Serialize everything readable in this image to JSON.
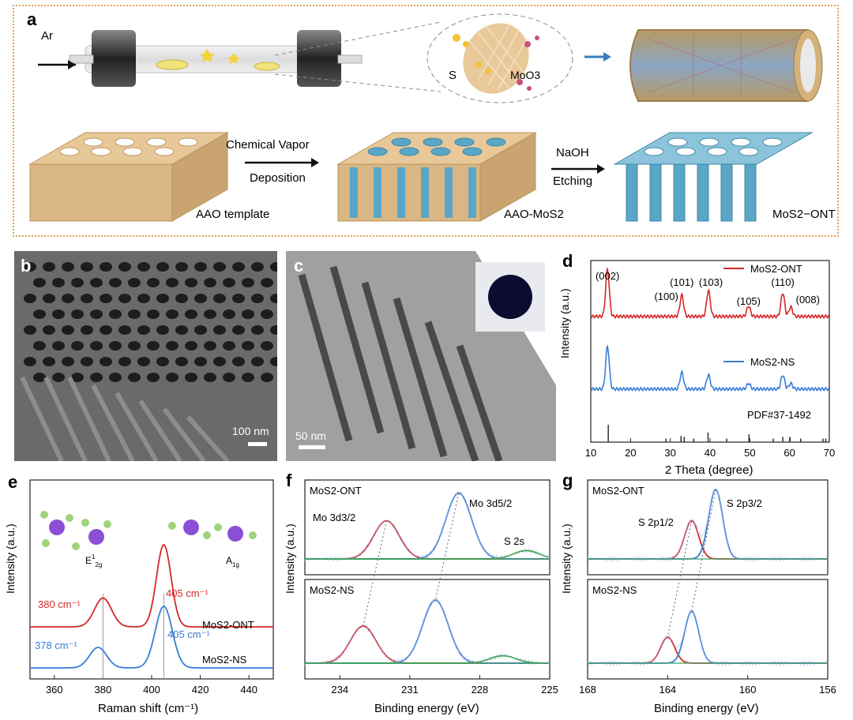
{
  "panel_a": {
    "letter": "a",
    "gas": "Ar",
    "bubble_s": "S",
    "bubble_moo3": "MoO3",
    "step1_line1": "Chemical Vapor",
    "step1_line2": "Deposition",
    "step2_line1": "NaOH",
    "step2_line2": "Etching",
    "label_template": "AAO template",
    "label_aao_mos2": "AAO-MoS2",
    "label_ont": "MoS2−ONT",
    "colors": {
      "alumina": "#d9b683",
      "mos2": "#5aa6c6",
      "frame": "#e0a15a"
    }
  },
  "panel_b": {
    "letter": "b",
    "scale": "100 nm"
  },
  "panel_c": {
    "letter": "c",
    "scale": "50 nm"
  },
  "panel_d": {
    "letter": "d",
    "chart_data": {
      "type": "line",
      "xlabel": "2 Theta (degree)",
      "ylabel": "Intensity (a.u.)",
      "xlim": [
        10,
        70
      ],
      "xticks": [
        "10",
        "20",
        "30",
        "40",
        "50",
        "60",
        "70"
      ],
      "series": [
        {
          "name": "MoS2-ONT",
          "color": "#d62728",
          "peaks": [
            [
              14.2,
              1.0
            ],
            [
              32.9,
              0.45
            ],
            [
              39.6,
              0.55
            ],
            [
              49.7,
              0.22
            ],
            [
              58.3,
              0.5
            ],
            [
              60.3,
              0.2
            ]
          ]
        },
        {
          "name": "MoS2-NS",
          "color": "#3a7dd8",
          "peaks": [
            [
              14.2,
              0.9
            ],
            [
              32.9,
              0.35
            ],
            [
              39.6,
              0.3
            ],
            [
              49.7,
              0.12
            ],
            [
              58.3,
              0.3
            ],
            [
              60.3,
              0.12
            ]
          ]
        }
      ],
      "reference": {
        "name": "PDF#37-1492",
        "positions": [
          14.4,
          28.9,
          32.7,
          33.5,
          35.9,
          39.5,
          44.2,
          49.8,
          55.9,
          58.3,
          60.1,
          62.8,
          68.4,
          69.1
        ],
        "heights": [
          1.0,
          0.2,
          0.35,
          0.3,
          0.2,
          0.55,
          0.2,
          0.45,
          0.2,
          0.3,
          0.3,
          0.2,
          0.2,
          0.2
        ]
      },
      "annotations": [
        "(002)",
        "(100)",
        "(101)",
        "(103)",
        "(105)",
        "(110)",
        "(008)"
      ]
    }
  },
  "panel_e": {
    "letter": "e",
    "mode_e2g": "E",
    "mode_e2g_sup": "1",
    "mode_e2g_sub": "2g",
    "mode_a1g": "A",
    "mode_a1g_sub": "1g",
    "chart_data": {
      "type": "line",
      "xlabel": "Raman shift (cm⁻¹)",
      "ylabel": "Intensity (a.u.)",
      "xlim": [
        350,
        450
      ],
      "xticks": [
        "360",
        "380",
        "400",
        "420",
        "440"
      ],
      "series": [
        {
          "name": "MoS2-ONT",
          "color": "#d62728",
          "peaks": [
            [
              380,
              0.35,
              3.5
            ],
            [
              405,
              1.0,
              3.0
            ]
          ],
          "labels": [
            "380 cm⁻¹",
            "405 cm⁻¹"
          ]
        },
        {
          "name": "MoS2-NS",
          "color": "#3a7dd8",
          "peaks": [
            [
              378,
              0.25,
              3.5
            ],
            [
              405,
              0.75,
              3.5
            ]
          ],
          "labels": [
            "378 cm⁻¹",
            "405 cm⁻¹"
          ]
        }
      ]
    }
  },
  "panel_f": {
    "letter": "f",
    "chart_data": {
      "type": "line",
      "xlabel": "Binding energy (eV)",
      "ylabel": "Intensity (a.u.)",
      "xlim": [
        235.5,
        225
      ],
      "xticks": [
        "234",
        "231",
        "228",
        "225"
      ],
      "top": {
        "name": "MoS2-ONT",
        "peaks": [
          {
            "label": "Mo 3d3/2",
            "center": 232.0,
            "height": 0.55,
            "color": "#d62728"
          },
          {
            "label": "Mo 3d5/2",
            "center": 228.9,
            "height": 0.95,
            "color": "#3a7dd8"
          },
          {
            "label": "S 2s",
            "center": 226.0,
            "height": 0.12,
            "color": "#2ca02c"
          }
        ]
      },
      "bottom": {
        "name": "MoS2-NS",
        "peaks": [
          {
            "center": 233.0,
            "height": 0.5,
            "color": "#d62728"
          },
          {
            "center": 229.9,
            "height": 0.85,
            "color": "#3a7dd8"
          },
          {
            "center": 227.0,
            "height": 0.1,
            "color": "#2ca02c"
          }
        ]
      }
    }
  },
  "panel_g": {
    "letter": "g",
    "chart_data": {
      "type": "line",
      "xlabel": "Binding energy (eV)",
      "ylabel": "Intensity (a.u.)",
      "xlim": [
        168,
        156
      ],
      "xticks": [
        "168",
        "164",
        "160",
        "156"
      ],
      "top": {
        "name": "MoS2-ONT",
        "peaks": [
          {
            "label": "S 2p1/2",
            "center": 162.8,
            "height": 0.55,
            "color": "#d62728"
          },
          {
            "label": "S 2p3/2",
            "center": 161.6,
            "height": 1.0,
            "color": "#3a7dd8"
          }
        ]
      },
      "bottom": {
        "name": "MoS2-NS",
        "peaks": [
          {
            "center": 164.0,
            "height": 0.35,
            "color": "#d62728"
          },
          {
            "center": 162.8,
            "height": 0.7,
            "color": "#3a7dd8"
          }
        ]
      }
    }
  }
}
